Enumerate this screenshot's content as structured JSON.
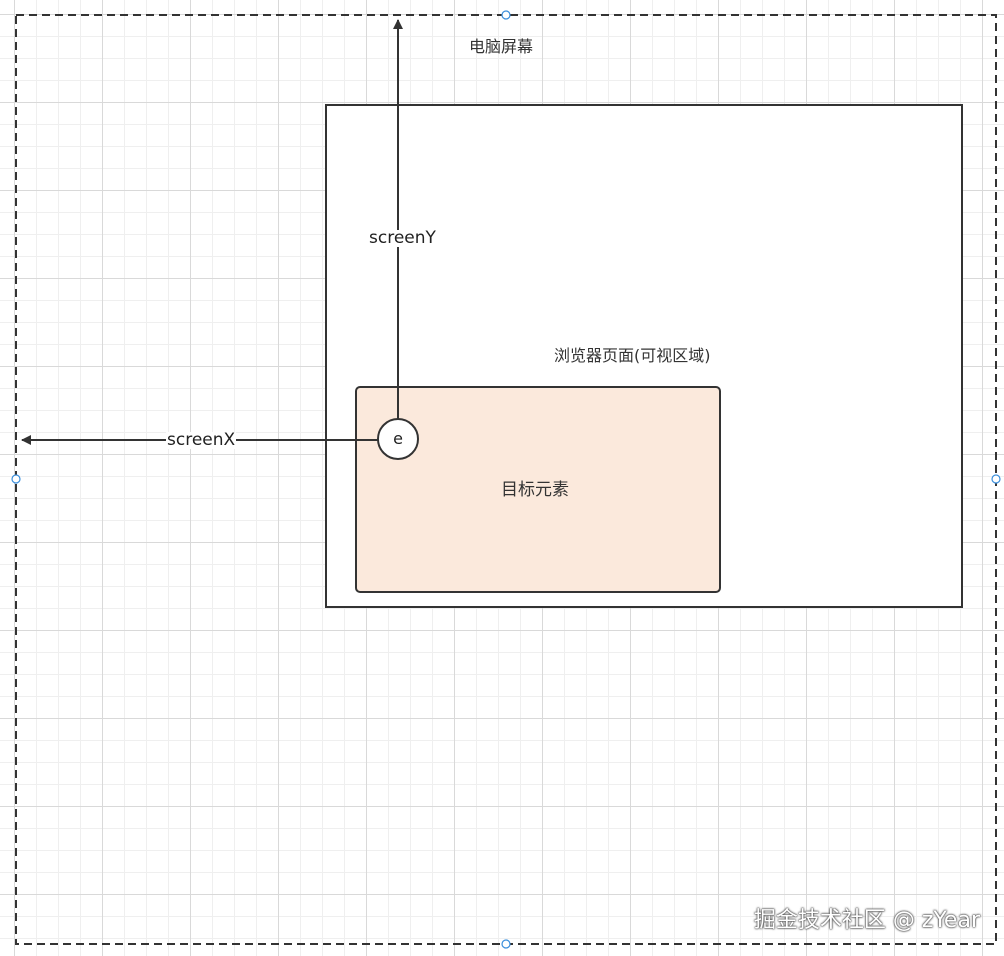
{
  "diagram": {
    "labels": {
      "screen": "电脑屏幕",
      "browser_page": "浏览器页面(可视区域)",
      "target_element": "目标元素",
      "event_marker": "e",
      "screen_y": "screenY",
      "screen_x": "screenX"
    },
    "watermark": "掘金技术社区 @ zYear",
    "colors": {
      "grid_major": "#d9d9d9",
      "grid_minor": "#efefef",
      "stroke": "#333333",
      "target_fill": "#fbe9dc",
      "handle": "#3a8edb"
    }
  }
}
